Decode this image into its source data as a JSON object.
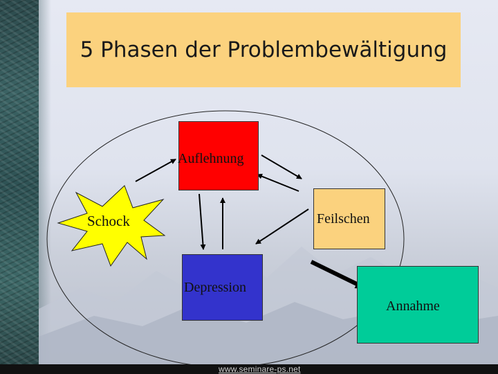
{
  "slide": {
    "title": "5 Phasen der Problembewältigung",
    "footer_url": "www.seminare-ps.net"
  },
  "diagram": {
    "phases": {
      "shock": "Schock",
      "rebellion": "Auflehnung",
      "bargaining": "Feilschen",
      "depression": "Depression",
      "acceptance": "Annahme"
    },
    "colors": {
      "title_box": "#fbd27e",
      "shock_star": "#ffff00",
      "rebellion": "#ff0000",
      "bargaining": "#fbd27e",
      "depression": "#3333cc",
      "acceptance": "#00cc99"
    }
  }
}
